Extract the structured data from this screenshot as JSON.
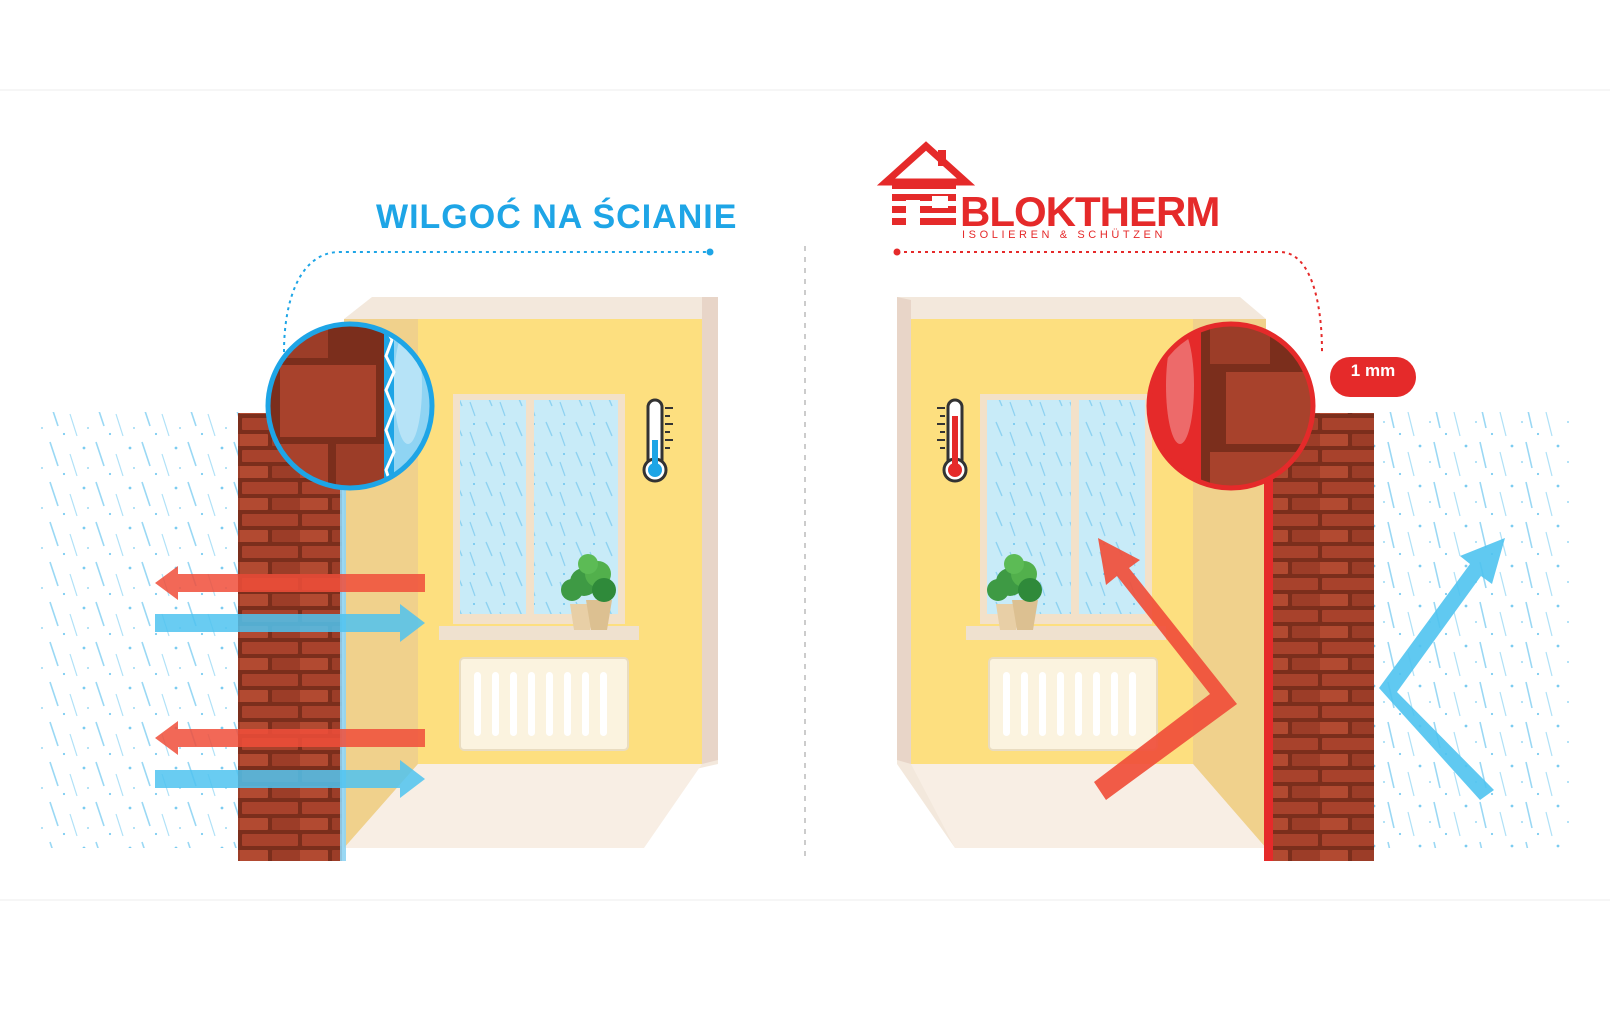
{
  "left_panel": {
    "title": "WILGOĆ NA ŚCIANIE",
    "accent_color": "#1ea5e6",
    "thermometer_state": "cold",
    "icons": [
      "magnifier-icon",
      "thermometer-icon",
      "window-icon",
      "plant-icon",
      "radiator-icon"
    ]
  },
  "right_panel": {
    "brand": {
      "name": "BLOKTHERM",
      "tagline": "ISOLIEREN & SCHÜTZEN",
      "logo_icon": "house-icon"
    },
    "accent_color": "#e52a2a",
    "layer_thickness_label": "1 mm",
    "thermometer_state": "warm",
    "icons": [
      "magnifier-icon",
      "thermometer-icon",
      "window-icon",
      "plant-icon",
      "radiator-icon"
    ]
  },
  "colors": {
    "wall_yellow": "#fddf7f",
    "wall_side": "#f1e4d7",
    "brick": "#a8422c",
    "mortar": "#7b2e1c",
    "heat_arrow": "#f04e3a",
    "cold_arrow": "#4fc3f0",
    "rain": "#7fcff2"
  }
}
